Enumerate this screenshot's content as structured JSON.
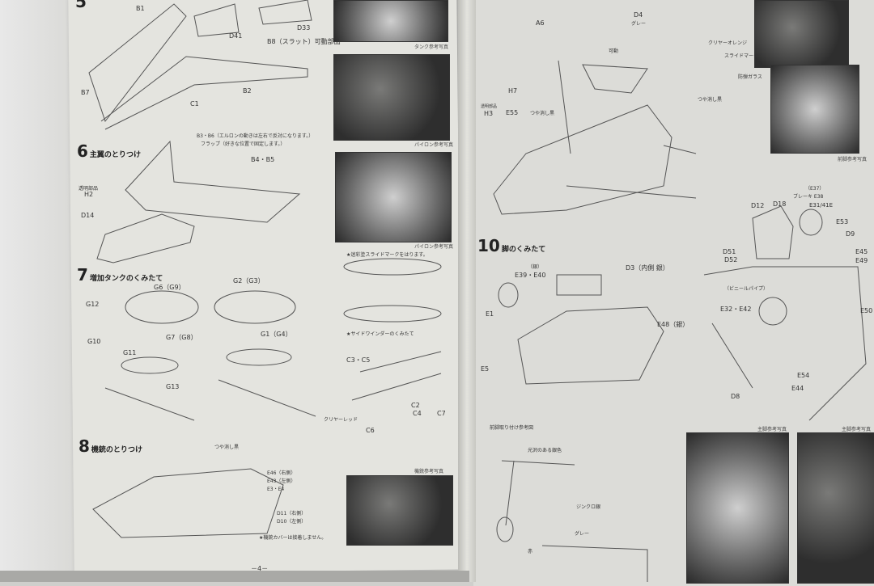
{
  "document": {
    "page_number": "－4－",
    "steps": [
      {
        "number": "5",
        "title": ""
      },
      {
        "number": "6",
        "title": "主翼のとりつけ"
      },
      {
        "number": "7",
        "title": "増加タンクのくみたて"
      },
      {
        "number": "8",
        "title": "機銃のとりつけ"
      },
      {
        "number": "10",
        "title": "脚のくみたて"
      }
    ],
    "labels_left": [
      "B1",
      "D41",
      "D33",
      "B8（スラット）可動部品",
      "B7",
      "B2",
      "C1",
      "B3・B6（エルロンの動きは左右で反対になります。）",
      "フラップ（好きな位置で固定します。）",
      "B4・B5",
      "透明部品",
      "H2",
      "D14",
      "G6（G9）",
      "G2（G3）",
      "G12",
      "G7（G8）",
      "G1（G4）",
      "G10",
      "G11",
      "G13",
      "★迷彩塗スライドマークをはります。",
      "★サイドワインダーのくみたて",
      "C3・C5",
      "C2",
      "C4",
      "C7",
      "C6",
      "クリヤーレッド",
      "つや消し黒",
      "E46（右側）",
      "E43（左側）",
      "E3・E4",
      "D11（右側）",
      "D10（左側）",
      "★機銃カバーは接着しません。"
    ],
    "captions_left": [
      "タンク参考写真",
      "パイロン参考写真",
      "パイロン参考写真",
      "機銃参考写真"
    ],
    "labels_right": [
      "A6",
      "D4",
      "グレー",
      "可動",
      "H7",
      "透明部品",
      "H3",
      "E55",
      "つや消し黒",
      "クリヤーオレンジ",
      "スライドマーク",
      "防弾ガラス",
      "つや消し黒",
      "（銀）",
      "E39・E40",
      "D3（内側 銀）",
      "E1",
      "E48（銀）",
      "E5",
      "D12",
      "D18",
      "（E37）",
      "ブレーキ E38",
      "E31/41E",
      "E53",
      "D9",
      "D51",
      "D52",
      "E45",
      "E49",
      "（ビニールパイプ）",
      "E32・E42",
      "E50",
      "E54",
      "E44",
      "D8",
      "前脚取り付け参考図",
      "光沢のある銀色",
      "ジンクロ銀",
      "グレー",
      "赤"
    ],
    "captions_right": [
      "前脚参考写真",
      "主脚参考写真",
      "主脚参考写真"
    ]
  }
}
